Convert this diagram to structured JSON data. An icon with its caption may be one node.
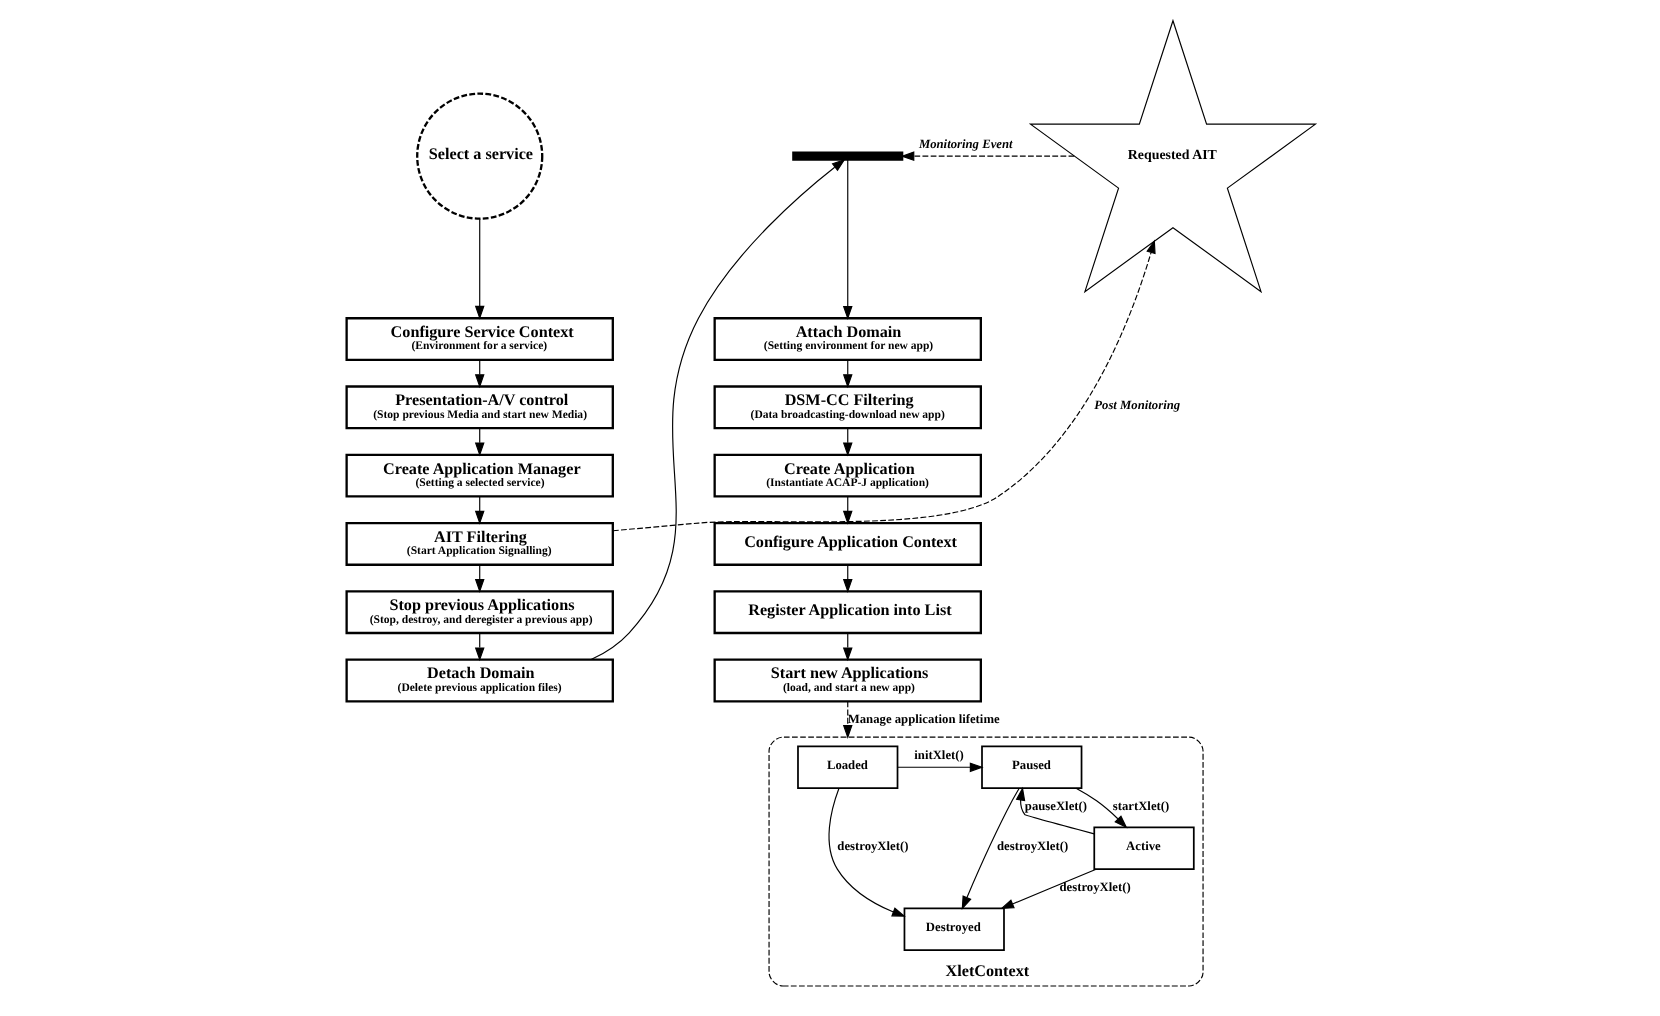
{
  "diagram": {
    "nodes": [
      {
        "text": [
          "Select a service"
        ]
      },
      {
        "text": [
          "Configure Service Context",
          "(Environment for a service)"
        ]
      },
      {
        "text": [
          "Presentation-A/V control",
          "(Stop previous Media and start new Media)"
        ]
      },
      {
        "text": [
          "Create Application Manager",
          "(Setting a selected service)"
        ]
      },
      {
        "text": [
          "AIT Filtering",
          "(Start Application Signalling)"
        ]
      },
      {
        "text": [
          "Stop previous Applications",
          "(Stop, destroy, and deregister a previous app)"
        ]
      },
      {
        "text": [
          "Detach Domain",
          "(Delete previous application files)"
        ]
      },
      {
        "text": [
          "Requested AIT"
        ]
      },
      {
        "text": [],
        "shape": "bar"
      },
      {
        "text": [
          "Attach Domain",
          "(Setting environment for new app)"
        ]
      },
      {
        "text": [
          "DSM-CC Filtering",
          "(Data broadcasting-download new app)"
        ]
      },
      {
        "text": [
          "Create Application",
          "(Instantiate ACAP-J application)"
        ]
      },
      {
        "text": [
          "Configure Application Context"
        ]
      },
      {
        "text": [
          "Register Application into List"
        ]
      },
      {
        "text": [
          "Start new Applications",
          "(load, and start a new app)"
        ]
      },
      {
        "text": [
          "XletContext"
        ]
      },
      {
        "text": [
          "Loaded"
        ],
        "in": 15
      },
      {
        "text": [
          "Paused"
        ],
        "in": 15
      },
      {
        "text": [
          "Destroyed"
        ],
        "in": 15
      },
      {
        "text": [
          "Active"
        ],
        "in": 15
      }
    ],
    "edges": [
      {
        "from": 0,
        "to": 1,
        "arrow": "to"
      },
      {
        "from": 1,
        "to": 2,
        "arrow": "to"
      },
      {
        "from": 2,
        "to": 3,
        "arrow": "to"
      },
      {
        "from": 3,
        "to": 4,
        "arrow": "to"
      },
      {
        "from": 4,
        "to": 5,
        "arrow": "to"
      },
      {
        "from": 5,
        "to": 6,
        "arrow": "to"
      },
      {
        "from": 4,
        "to": 7,
        "arrow": "to",
        "style": "dashed",
        "label": "Post Monitoring"
      },
      {
        "from": 7,
        "to": 8,
        "arrow": "to",
        "style": "dashed",
        "label": "Monitoring Event"
      },
      {
        "from": 6,
        "to": 8,
        "arrow": "to"
      },
      {
        "from": 8,
        "to": 9,
        "arrow": "to"
      },
      {
        "from": 9,
        "to": 10,
        "arrow": "to"
      },
      {
        "from": 10,
        "to": 11,
        "arrow": "to"
      },
      {
        "from": 11,
        "to": 12,
        "arrow": "to"
      },
      {
        "from": 12,
        "to": 13,
        "arrow": "to"
      },
      {
        "from": 13,
        "to": 14,
        "arrow": "to"
      },
      {
        "from": 14,
        "to": 15,
        "arrow": "to",
        "style": "dashed",
        "label": "Manage application lifetime"
      },
      {
        "from": 16,
        "to": 17,
        "arrow": "to",
        "label": "initXlet()"
      },
      {
        "from": 16,
        "to": 18,
        "arrow": "to",
        "label": "destroyXlet()"
      },
      {
        "from": 17,
        "to": 18,
        "arrow": "to",
        "label": "destroyXlet()"
      },
      {
        "from": 17,
        "to": 19,
        "arrow": "to",
        "label": "startXlet()"
      },
      {
        "from": 19,
        "to": 17,
        "arrow": "to",
        "label": "pauseXlet()"
      },
      {
        "from": 19,
        "to": 18,
        "arrow": "to",
        "label": "destroyXlet()"
      }
    ]
  }
}
